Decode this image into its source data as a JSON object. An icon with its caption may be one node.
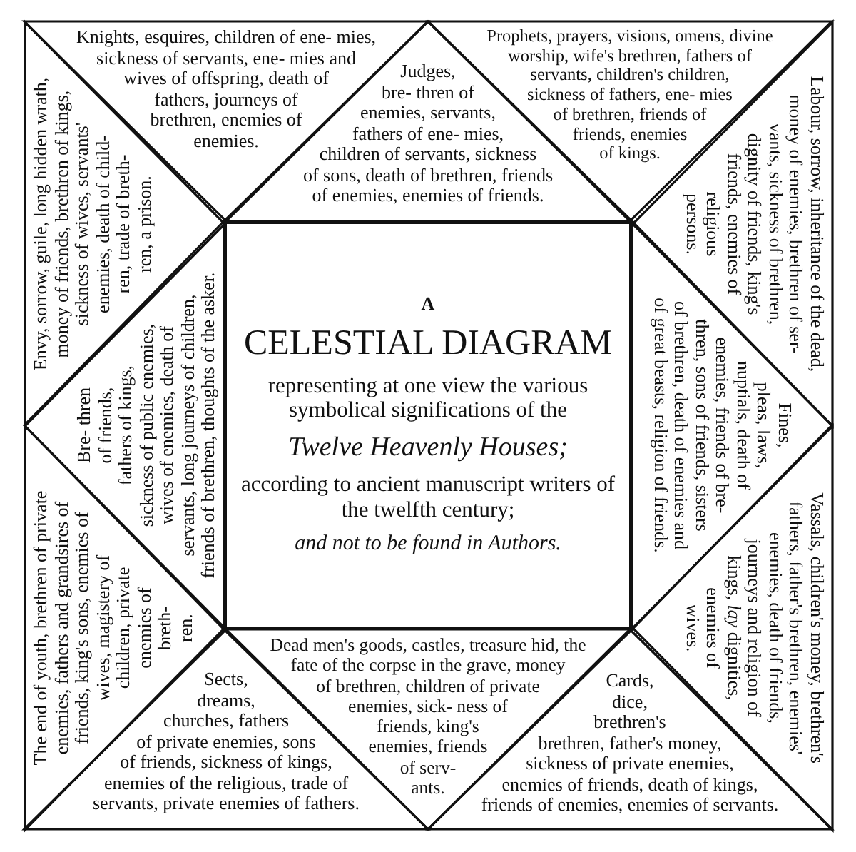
{
  "diagram": {
    "nodes": [
      {
        "text": [
          "Knights, esquires, children of ene- mies, sickness of servants, ene- mies and wives of offspring, death of fathers, journeys of brethren, enemies of enemies."
        ]
      },
      {
        "text": [
          "Judges, bre- thren of enemies, servants, fathers of ene- mies, children of servants, sickness of sons, death of brethren, friends of enemies, enemies of friends."
        ]
      },
      {
        "text": [
          "Prophets, prayers, visions, omens, divine worship, wife's brethren, fathers of servants, children's children, sickness of fathers, ene- mies of brethren, friends of friends, enemies of kings."
        ]
      },
      {
        "text": [
          "Envy, sorrow, guile, long hidden wrath, money of friends, brethren of kings, sickness of wives, servants' enemies, death of child- ren, trade of breth- ren, a prison."
        ]
      },
      {
        "text": [
          "Labour, sorrow, inheritance of the dead, money of enemies, brethren of ser- vants, sickness of brethren, dignity of friends, king's friends, enemies of religious persons."
        ]
      },
      {
        "text": [
          "A",
          "CELESTIAL DIAGRAM",
          "representing at one view the various symbolical significations of the",
          "Twelve Heavenly Houses;",
          "according to ancient manuscript writers of the twelfth century;",
          "and not to be found in Authors."
        ]
      },
      {
        "text": [
          "Bre- thren of friends, fathers of kings, sickness of public enemies, wives of enemies, death of servants, long journeys of children, friends of brethren, thoughts of the asker."
        ]
      },
      {
        "text": [
          "Fines, pleas, laws, nuptials, death of enemies, friends of bre- thren, sons of friends, sisters of brethren, death of enemies and of great beasts, religion of friends."
        ]
      },
      {
        "text": [
          "The end of youth, brethren of private enemies, fathers and grandsires of friends, king's sons, enemies of wives, magistery of children, private enemies of breth- ren."
        ]
      },
      {
        "text": [
          "Vassals, children's money, brethren's fathers, father's brethren, enemies' enemies, death of friends, journeys and religion of kings, *lay* dignities, enemies of wives."
        ]
      },
      {
        "text": [
          "Sects, dreams, churches, fathers of private enemies, sons of friends, sickness of kings, enemies of the religious, trade of servants, private enemies of fathers."
        ]
      },
      {
        "text": [
          "Dead men's goods, castles, treasure hid, the fate of the corpse in the grave, money of brethren, children of private enemies, sick- ness of friends, king's enemies, friends of serv- ants."
        ]
      },
      {
        "text": [
          "Cards, dice, brethren's brethren, father's money, sickness of private enemies, enemies of friends, death of kings, friends of enemies, enemies of servants."
        ]
      }
    ]
  }
}
